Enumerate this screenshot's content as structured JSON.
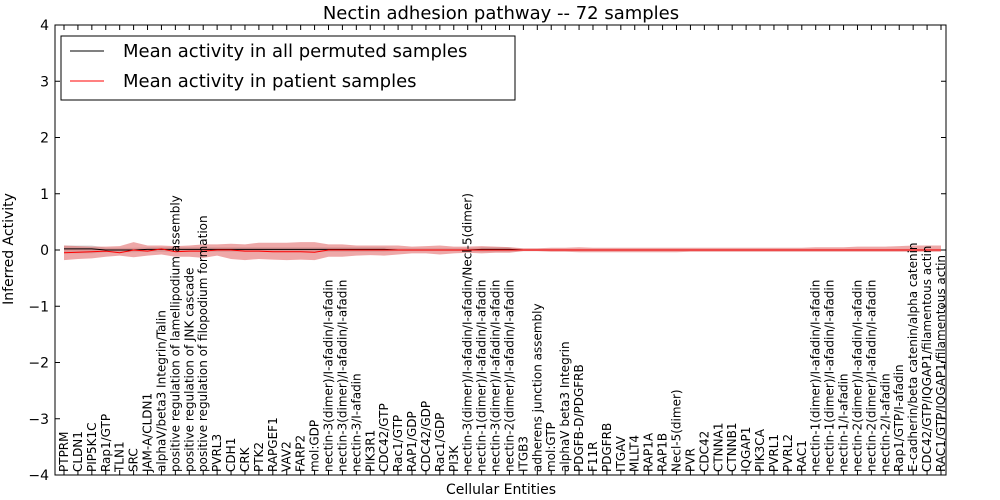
{
  "chart_data": {
    "type": "line",
    "title": "Nectin adhesion pathway -- 72 samples",
    "xlabel": "Cellular Entities",
    "ylabel": "Inferred Activity",
    "ylim": [
      -4,
      4
    ],
    "yticks": [
      -4,
      -3,
      -2,
      -1,
      0,
      1,
      2,
      3,
      4
    ],
    "ytick_labels": [
      "−4",
      "−3",
      "−2",
      "−1",
      "0",
      "1",
      "2",
      "3",
      "4"
    ],
    "grid": false,
    "legend_position": "top-left",
    "colors": {
      "permuted": "#000000",
      "patient": "#ff0000",
      "patient_band": "#e06060",
      "permuted_band": "#b8b8b8"
    },
    "categories": [
      "PTPRM",
      "CLDN1",
      "PIP5K1C",
      "Rap1/GTP",
      "TLN1",
      "SRC",
      "JAM-A/CLDN1",
      "alphaV/beta3 Integrin/Talin",
      "positive regulation of lamellipodium assembly",
      "positive regulation of JNK cascade",
      "positive regulation of filopodium formation",
      "PVRL3",
      "CDH1",
      "CRK",
      "PTK2",
      "RAPGEF1",
      "VAV2",
      "FARP2",
      "mol:GDP",
      "nectin-3(dimer)/I-afadin/I-afadin",
      "nectin-3(dimer)/I-afadin/I-afadin",
      "nectin-3/I-afadin",
      "PIK3R1",
      "CDC42/GTP",
      "Rac1/GTP",
      "RAP1/GDP",
      "CDC42/GDP",
      "Rac1/GDP",
      "PI3K",
      "nectin-3(dimer)/I-afadin/I-afadin/Necl-5(dimer)",
      "nectin-1(dimer)/I-afadin/I-afadin",
      "nectin-3(dimer)/I-afadin/I-afadin",
      "nectin-2(dimer)/I-afadin/I-afadin",
      "ITGB3",
      "adherens junction assembly",
      "mol:GTP",
      "alphaV beta3 Integrin",
      "PDGFB-D/PDGFRB",
      "F11R",
      "PDGFRB",
      "ITGAV",
      "MLLT4",
      "RAP1A",
      "RAP1B",
      "Necl-5(dimer)",
      "PVR",
      "CDC42",
      "CTNNA1",
      "CTNNB1",
      "IQGAP1",
      "PIK3CA",
      "PVRL1",
      "PVRL2",
      "RAC1",
      "nectin-1(dimer)/I-afadin/I-afadin",
      "nectin-1(dimer)/I-afadin/I-afadin",
      "nectin-1/I-afadin",
      "nectin-2(dimer)/I-afadin/I-afadin",
      "nectin-2(dimer)/I-afadin/I-afadin",
      "nectin-2/I-afadin",
      "Rap1/GTP/I-afadin",
      "E-cadherin/beta catenin/alpha catenin",
      "CDC42/GTP/IQGAP1/filamentous actin",
      "RAC1/GTP/IQGAP1/filamentous actin"
    ],
    "series": [
      {
        "name": "Mean activity in all permuted samples",
        "values": [
          0.02,
          0.02,
          0.02,
          0.0,
          0.0,
          0.0,
          0.01,
          0.01,
          0.01,
          0.01,
          0.01,
          0.01,
          0.01,
          0.01,
          0.01,
          0.01,
          0.01,
          0.01,
          0.01,
          0.01,
          0.01,
          0.01,
          0.01,
          0.01,
          0.0,
          0.0,
          0.0,
          0.0,
          0.0,
          0.0,
          0.01,
          0.01,
          0.01,
          0.0,
          0.0,
          0.0,
          0.0,
          0.0,
          0.0,
          0.0,
          0.0,
          0.0,
          0.0,
          0.0,
          0.0,
          0.0,
          0.0,
          0.0,
          0.0,
          0.0,
          0.0,
          0.0,
          0.0,
          0.0,
          0.0,
          0.0,
          0.0,
          0.0,
          0.0,
          0.0,
          0.0,
          0.0,
          0.0,
          0.0
        ],
        "lower": [
          -0.06,
          -0.06,
          -0.06,
          -0.04,
          -0.04,
          -0.04,
          -0.03,
          -0.03,
          -0.03,
          -0.03,
          -0.03,
          -0.03,
          -0.03,
          -0.03,
          -0.03,
          -0.03,
          -0.03,
          -0.03,
          -0.03,
          -0.03,
          -0.03,
          -0.03,
          -0.03,
          -0.03,
          -0.02,
          -0.02,
          -0.02,
          -0.02,
          -0.02,
          -0.02,
          -0.03,
          -0.03,
          -0.03,
          -0.02,
          -0.02,
          -0.02,
          -0.02,
          -0.02,
          -0.02,
          -0.02,
          -0.02,
          -0.02,
          -0.02,
          -0.02,
          -0.02,
          -0.02,
          -0.02,
          -0.02,
          -0.02,
          -0.02,
          -0.02,
          -0.02,
          -0.02,
          -0.02,
          -0.02,
          -0.02,
          -0.02,
          -0.02,
          -0.02,
          -0.02,
          -0.02,
          -0.02,
          -0.02,
          -0.02
        ],
        "upper": [
          0.08,
          0.08,
          0.08,
          0.04,
          0.04,
          0.04,
          0.05,
          0.05,
          0.05,
          0.05,
          0.05,
          0.05,
          0.05,
          0.05,
          0.05,
          0.05,
          0.05,
          0.05,
          0.05,
          0.05,
          0.05,
          0.05,
          0.05,
          0.05,
          0.03,
          0.03,
          0.03,
          0.03,
          0.03,
          0.03,
          0.05,
          0.05,
          0.05,
          0.02,
          0.02,
          0.02,
          0.02,
          0.02,
          0.02,
          0.02,
          0.02,
          0.02,
          0.02,
          0.02,
          0.02,
          0.02,
          0.02,
          0.02,
          0.02,
          0.02,
          0.02,
          0.02,
          0.02,
          0.02,
          0.02,
          0.02,
          0.02,
          0.02,
          0.02,
          0.02,
          0.02,
          0.02,
          0.02,
          0.02
        ]
      },
      {
        "name": "Mean activity in patient samples",
        "values": [
          -0.05,
          -0.04,
          -0.03,
          -0.02,
          -0.05,
          0.0,
          -0.02,
          0.02,
          -0.03,
          -0.02,
          -0.02,
          0.0,
          0.0,
          -0.02,
          -0.02,
          -0.03,
          -0.03,
          -0.03,
          -0.04,
          0.0,
          0.0,
          0.0,
          0.0,
          0.0,
          0.0,
          0.0,
          0.0,
          0.0,
          0.0,
          0.0,
          0.0,
          0.0,
          0.0,
          0.0,
          0.0,
          0.0,
          0.0,
          0.0,
          0.0,
          0.0,
          0.0,
          0.0,
          0.0,
          0.0,
          0.0,
          0.0,
          0.0,
          0.0,
          0.0,
          0.0,
          0.0,
          0.0,
          0.0,
          0.0,
          0.0,
          0.0,
          0.0,
          0.0,
          0.0,
          0.0,
          0.0,
          0.0,
          0.0,
          0.0
        ],
        "lower": [
          -0.18,
          -0.16,
          -0.15,
          -0.12,
          -0.1,
          -0.13,
          -0.1,
          -0.08,
          -0.12,
          -0.12,
          -0.14,
          -0.1,
          -0.16,
          -0.18,
          -0.16,
          -0.17,
          -0.18,
          -0.17,
          -0.18,
          -0.12,
          -0.12,
          -0.1,
          -0.09,
          -0.1,
          -0.08,
          -0.06,
          -0.06,
          -0.08,
          -0.06,
          -0.05,
          -0.06,
          -0.05,
          -0.05,
          -0.02,
          -0.02,
          -0.03,
          -0.03,
          -0.04,
          -0.04,
          -0.04,
          -0.04,
          -0.04,
          -0.04,
          -0.04,
          -0.04,
          -0.03,
          -0.03,
          -0.03,
          -0.03,
          -0.03,
          -0.03,
          -0.03,
          -0.03,
          -0.03,
          -0.03,
          -0.03,
          -0.03,
          -0.03,
          -0.03,
          -0.03,
          -0.03,
          -0.03,
          -0.03,
          -0.03
        ],
        "upper": [
          0.08,
          0.07,
          0.06,
          0.06,
          0.07,
          0.14,
          0.08,
          0.08,
          0.07,
          0.08,
          0.1,
          0.1,
          0.11,
          0.1,
          0.13,
          0.13,
          0.13,
          0.14,
          0.14,
          0.1,
          0.1,
          0.08,
          0.08,
          0.08,
          0.08,
          0.06,
          0.07,
          0.08,
          0.06,
          0.06,
          0.07,
          0.06,
          0.05,
          0.03,
          0.03,
          0.04,
          0.04,
          0.05,
          0.04,
          0.04,
          0.04,
          0.04,
          0.04,
          0.04,
          0.04,
          0.04,
          0.04,
          0.04,
          0.04,
          0.04,
          0.04,
          0.04,
          0.04,
          0.04,
          0.05,
          0.05,
          0.05,
          0.06,
          0.06,
          0.06,
          0.07,
          0.08,
          0.08,
          0.08
        ]
      }
    ]
  }
}
